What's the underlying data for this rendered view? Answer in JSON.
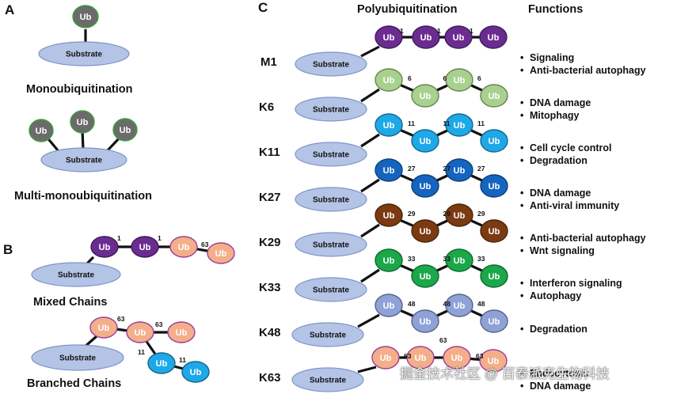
{
  "panels": {
    "A": "A",
    "B": "B",
    "C": "C"
  },
  "labels": {
    "substrate": "Substrate",
    "ub": "Ub"
  },
  "captions": {
    "mono": "Monoubiquitination",
    "multi_mono": "Multi-monoubiquitination",
    "mixed": "Mixed Chains",
    "branched": "Branched Chains"
  },
  "headings": {
    "poly": "Polyubiquitination",
    "functions": "Functions"
  },
  "mixed_chain": {
    "links": [
      "1",
      "1",
      "63"
    ],
    "colors": [
      "#6b2c91",
      "#6b2c91",
      "#f4ae8a",
      "#f4ae8a"
    ]
  },
  "branched_chain": {
    "links": [
      "63",
      "63",
      "11",
      "11"
    ]
  },
  "rows": [
    {
      "label": "M1",
      "link": "1",
      "color": "#6b2c91",
      "functions": [
        "Signaling",
        "Anti-bacterial autophagy"
      ]
    },
    {
      "label": "K6",
      "link": "6",
      "color": "#a9d18e",
      "functions": [
        "DNA damage",
        "Mitophagy"
      ]
    },
    {
      "label": "K11",
      "link": "11",
      "color": "#1ea8e8",
      "functions": [
        "Cell cycle control",
        "Degradation"
      ]
    },
    {
      "label": "K27",
      "link": "27",
      "color": "#1565c0",
      "functions": [
        "DNA damage",
        "Anti-viral immunity"
      ]
    },
    {
      "label": "K29",
      "link": "29",
      "color": "#7b3a12",
      "functions": [
        "Anti-bacterial autophagy",
        "Wnt signaling"
      ]
    },
    {
      "label": "K33",
      "link": "33",
      "color": "#1aa84a",
      "functions": [
        "Interferon signaling",
        "Autophagy"
      ]
    },
    {
      "label": "K48",
      "link": "48",
      "color": "#8ea2d8",
      "functions": [
        "Degradation"
      ]
    },
    {
      "label": "K63",
      "link": "63",
      "color": "#f4ae8a",
      "functions": [
        "Endocytosis",
        "DNA damage"
      ]
    }
  ],
  "watermark": "掘金技术社区 @ 百泰派克生物科技",
  "colors": {
    "substrate_fill": "#b4c4e6",
    "substrate_stroke": "#7f95c8",
    "mono_ub": "#6b6b6b",
    "mono_ub_stroke": "#3aa33a",
    "ub_stroke_pink": "#9b3f9b"
  }
}
